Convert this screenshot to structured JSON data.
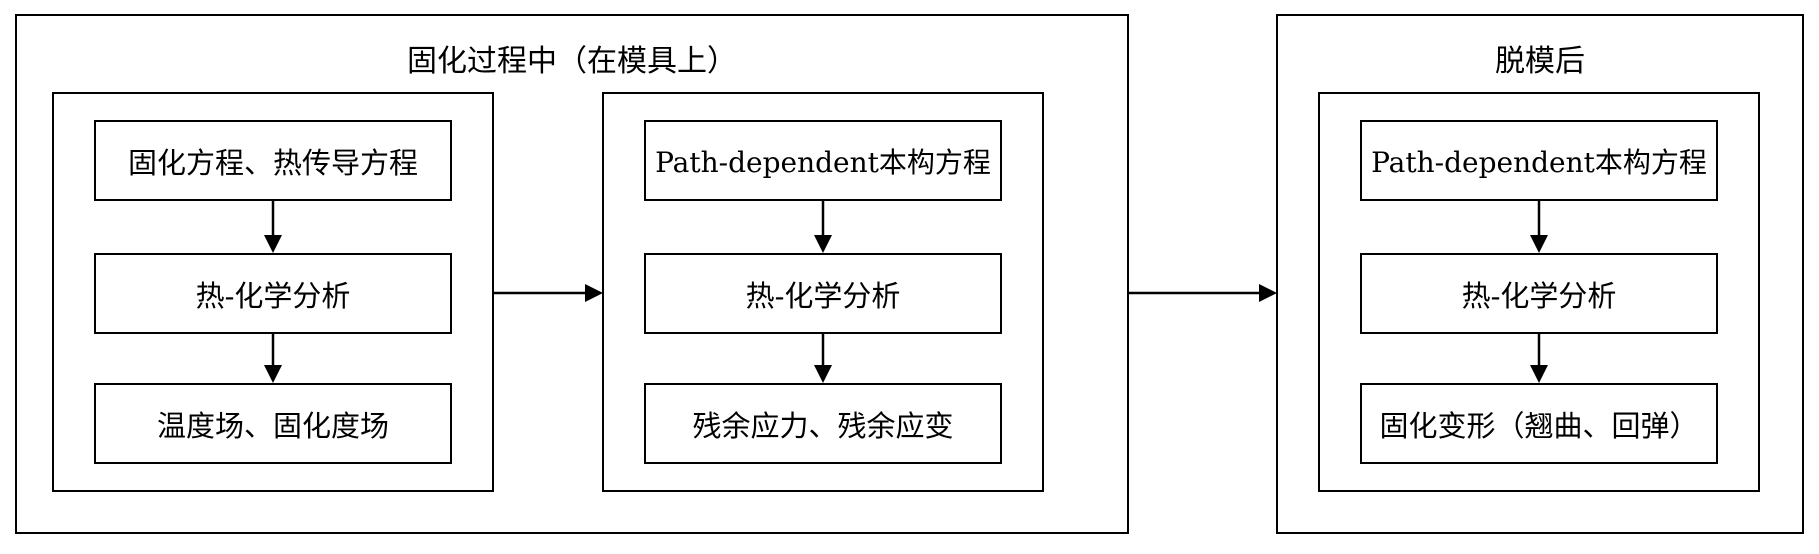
{
  "stage1": {
    "title": "固化过程中（在模具上）",
    "column1": {
      "box1": "固化方程、热传导方程",
      "box2": "热-化学分析",
      "box3": "温度场、固化度场"
    },
    "column2": {
      "box1": "Path-dependent本构方程",
      "box2": "热-化学分析",
      "box3": "残余应力、残余应变"
    }
  },
  "stage2": {
    "title": "脱模后",
    "column": {
      "box1": "Path-dependent本构方程",
      "box2": "热-化学分析",
      "box3": "固化变形（翘曲、回弹）"
    }
  }
}
